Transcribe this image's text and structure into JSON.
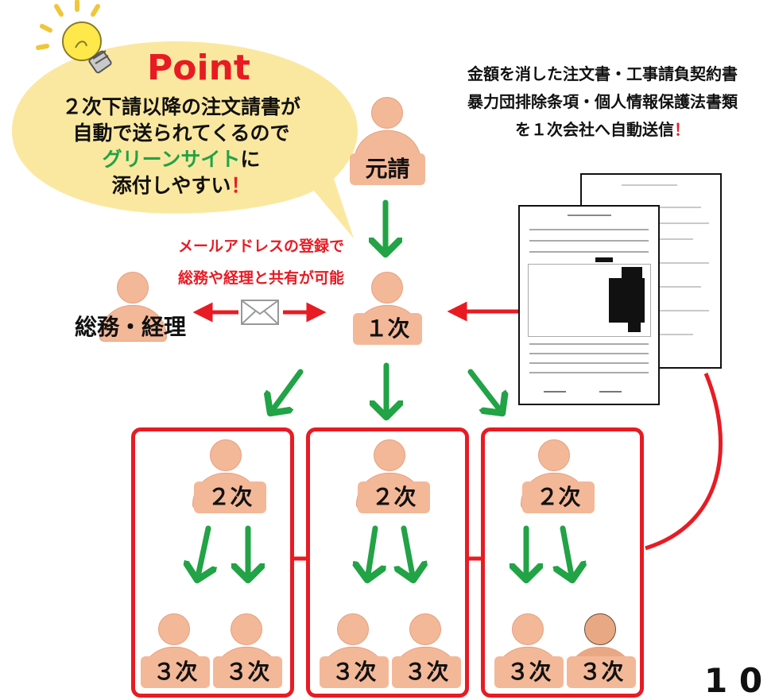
{
  "point_bubble": {
    "title": "Point",
    "line1": "２次下請以降の注文請書が",
    "line2": "自動で送られてくるので",
    "line3_green": "グリーンサイト",
    "line3_suffix": "に",
    "line4": "添付しやすい",
    "line4_mark": "！"
  },
  "note_top_right": {
    "line1": "金額を消した注文書・工事請負契約書",
    "line2": "暴力団排除条項・個人情報保護法書類",
    "line3": "を１次会社へ自動送信",
    "line3_mark": "！"
  },
  "note_mail": {
    "line1": "メールアドレスの登録で",
    "line2": "総務や経理と共有が可能"
  },
  "nodes": {
    "moto": "元請",
    "first": "１次",
    "soumu": "総務・経理",
    "second": [
      "２次",
      "２次",
      "２次"
    ],
    "third": [
      "３次",
      "３次",
      "３次",
      "３次",
      "３次",
      "３次"
    ]
  },
  "corner_text": "1 0",
  "colors": {
    "red": "#e81b23",
    "green": "#21a346",
    "skin": "#f3b898",
    "bubble": "#fbe8a0"
  }
}
